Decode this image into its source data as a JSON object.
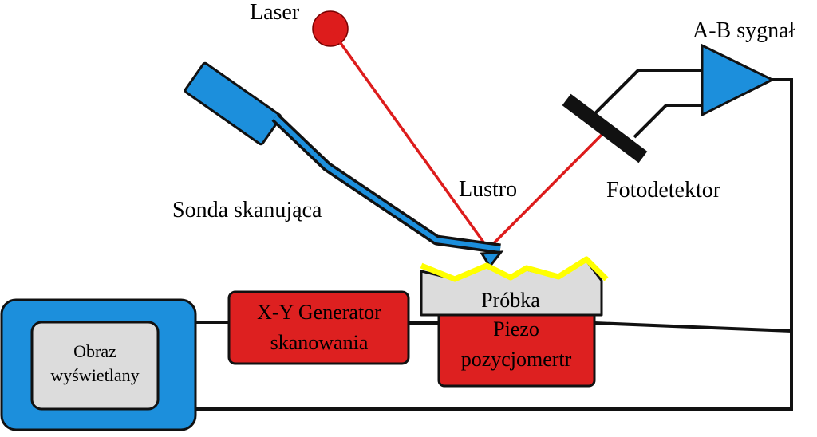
{
  "labels": {
    "laser": "Laser",
    "signal": "A-B sygnał",
    "mirror": "Lustro",
    "photodetector": "Fotodetektor",
    "probe": "Sonda skanująca",
    "sample": "Próbka",
    "piezo_line1": "Piezo",
    "piezo_line2": "pozycjomertr",
    "generator_line1": "X-Y Generator",
    "generator_line2": "skanowania",
    "display_line1": "Obraz",
    "display_line2": "wyświetlany"
  },
  "colors": {
    "laser_red": "#dd1c1c",
    "component_blue": "#1c8fdc",
    "box_red": "#dd2020",
    "sample_gray": "#dcdcdc",
    "surface_yellow": "#ffff00",
    "wire_black": "#111111"
  }
}
